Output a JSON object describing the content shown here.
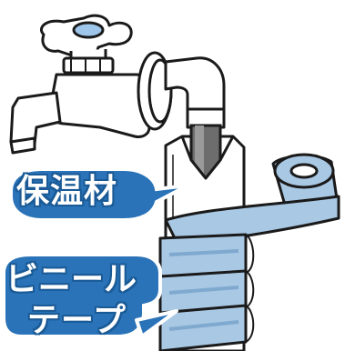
{
  "labels": {
    "insulation": "保温材",
    "vinyl_tape_line1": "ビニール",
    "vinyl_tape_line2": "テープ"
  },
  "colors": {
    "tape": "#a9c8e4",
    "tape_dark": "#7fa9cf",
    "callout": "#2a73b8",
    "outline": "#1a1a1a",
    "faucet_body": "#ffffff",
    "handle_center": "#9ec6ea"
  },
  "icons": [
    "faucet-icon",
    "faucet-handle-icon",
    "pipe-icon",
    "insulation-wrap-icon",
    "tape-roll-icon"
  ]
}
